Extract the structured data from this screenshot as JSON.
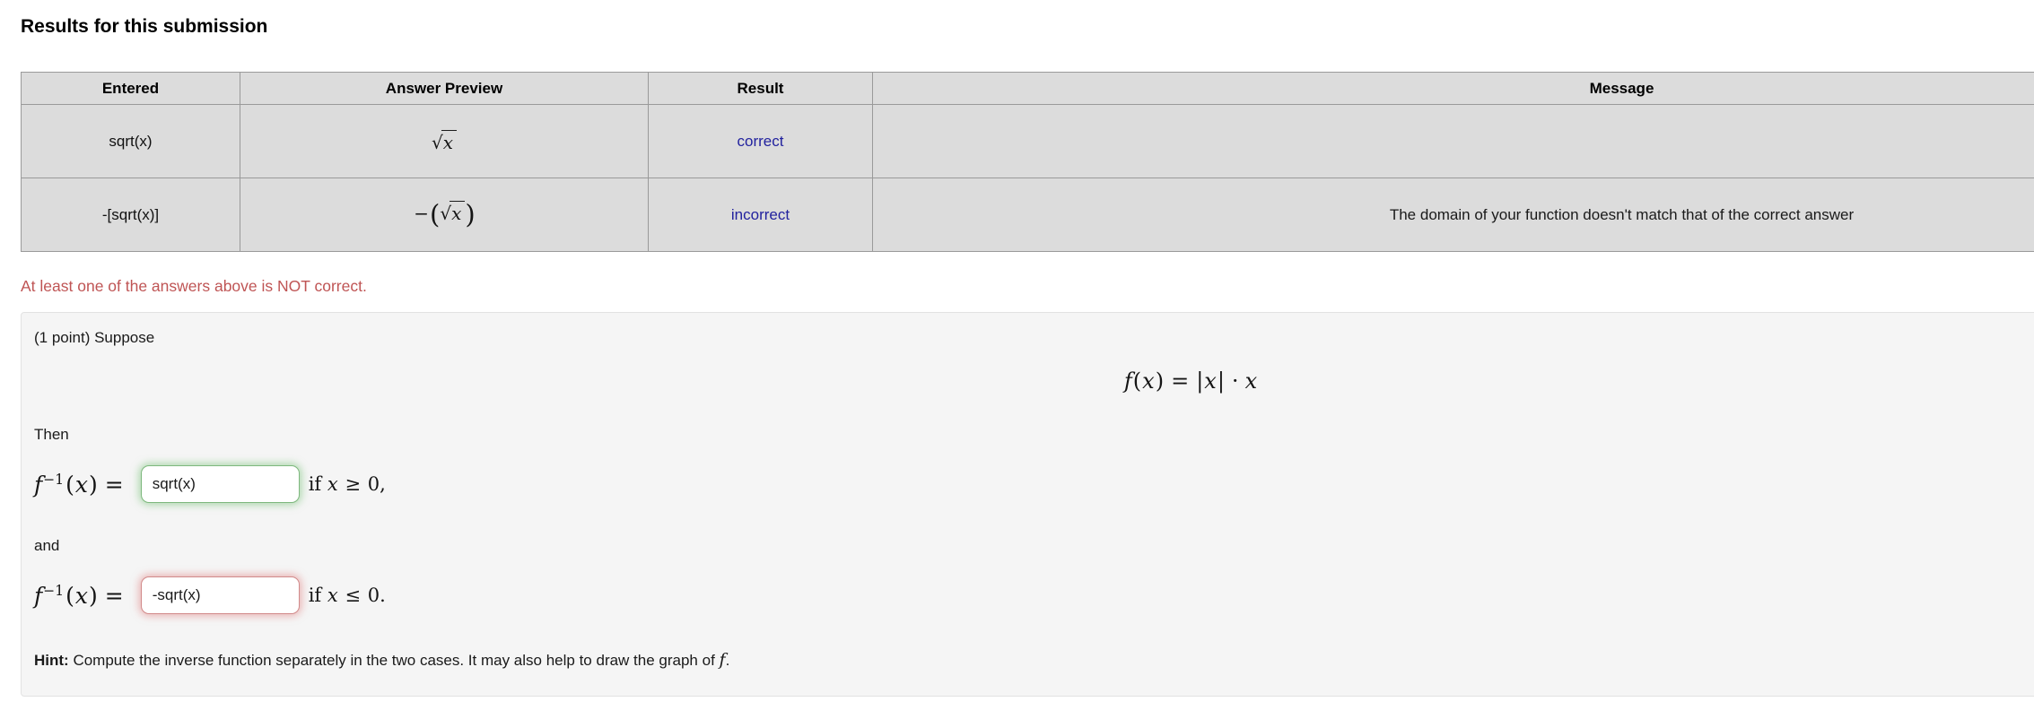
{
  "page": {
    "title": "Results for this submission"
  },
  "colors": {
    "cell_bg": "#dcdcdc",
    "correct_bg": "#8aff8a",
    "incorrect_bg": "#d68e92",
    "message_bg": "#ebe075",
    "result_text": "#22229e",
    "summary_text": "#bf5454",
    "panel_bg": "#f5f5f5",
    "correct_border": "#7db87d",
    "incorrect_border": "#d18a8a"
  },
  "results_table": {
    "headers": {
      "entered": "Entered",
      "preview": "Answer Preview",
      "result": "Result",
      "message": "Message"
    },
    "rows": [
      {
        "entered": "sqrt(x)",
        "preview": {
          "radical": "√",
          "radicand": "x"
        },
        "result": "correct",
        "message": ""
      },
      {
        "entered": "-[sqrt(x)]",
        "preview": {
          "minus": "−",
          "lparen": "(",
          "radical": "√",
          "radicand": "x",
          "rparen": ")"
        },
        "result": "incorrect",
        "message": "The domain of your function doesn't match that of the correct answer"
      }
    ]
  },
  "summary": {
    "text": "At least one of the answers above is NOT correct."
  },
  "problem": {
    "points": "(1 point) Suppose",
    "equation": {
      "f": "f",
      "lparen": "(",
      "x1": "x",
      "rparen": ")",
      "eq": "=",
      "bar1": "|",
      "x2": "x",
      "bar2": "|",
      "cdot": "·",
      "x3": "x"
    },
    "then": "Then",
    "lhs": {
      "f": "f",
      "sup": "−1",
      "lparen": "(",
      "x": "x",
      "rparen": ")",
      "eq": "="
    },
    "case1": {
      "value": "sqrt(x)",
      "cond": {
        "if_word": "if",
        "x": "x",
        "rel": "≥",
        "num": "0,"
      }
    },
    "and": "and",
    "case2": {
      "value": "-sqrt(x)",
      "cond": {
        "if_word": "if",
        "x": "x",
        "rel": "≤",
        "num": "0."
      }
    },
    "hint": {
      "label": "Hint:",
      "text": "Compute the inverse function separately in the two cases. It may also help to draw the graph of",
      "f": "f",
      "period": "."
    }
  }
}
